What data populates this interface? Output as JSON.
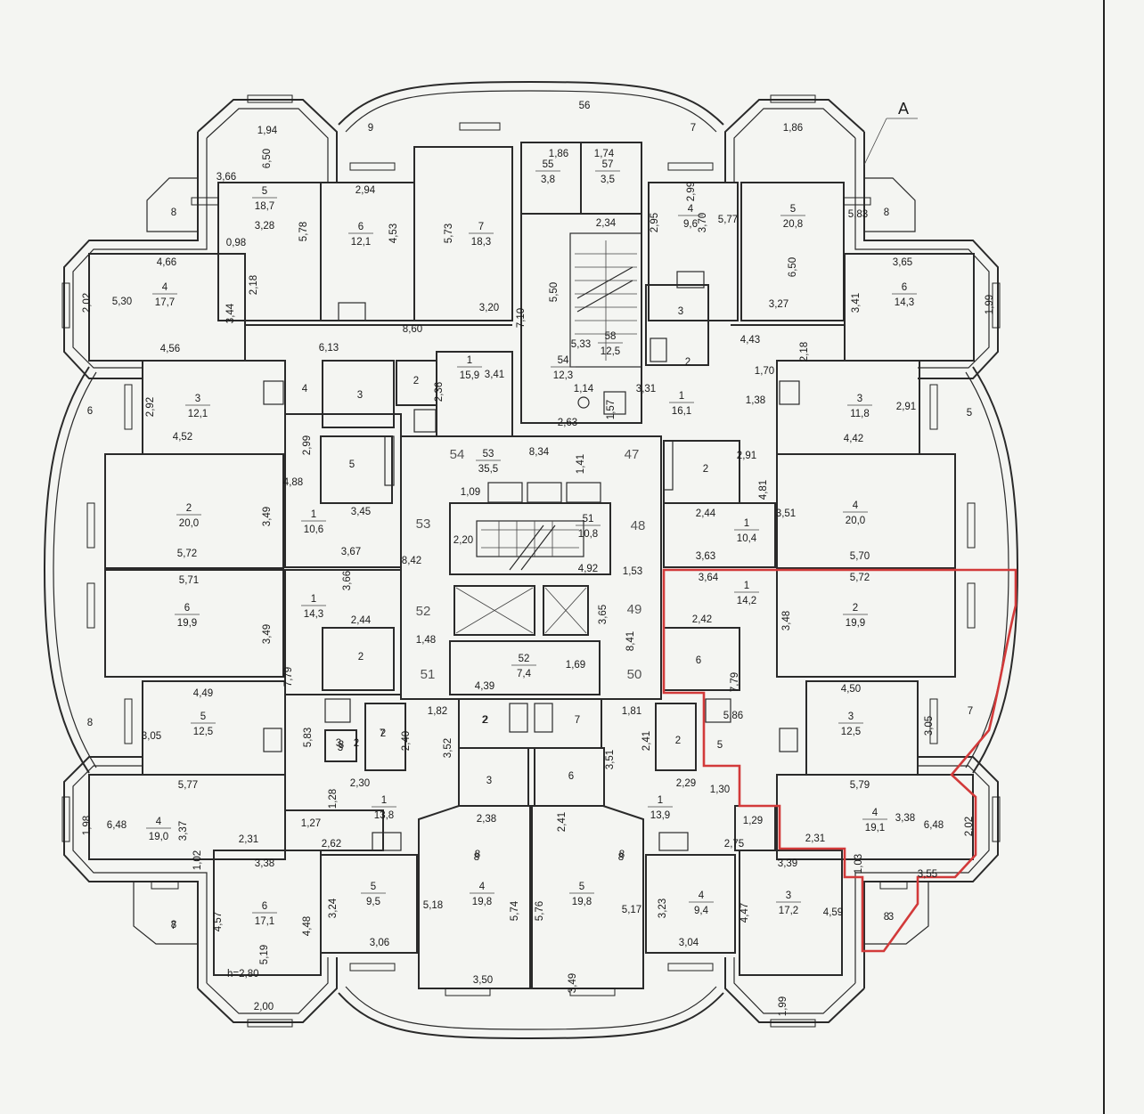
{
  "section_mark": "A",
  "height_note": "h=2,80",
  "rooms": [
    {
      "id": "5",
      "area": "18,7"
    },
    {
      "id": "6",
      "area": "12,1"
    },
    {
      "id": "7",
      "area": "18,3"
    },
    {
      "id": "55",
      "area": "3,8"
    },
    {
      "id": "57",
      "area": "3,5"
    },
    {
      "id": "4",
      "area": "9,6"
    },
    {
      "id": "5",
      "area": "20,8"
    },
    {
      "id": "4",
      "area": "17,7"
    },
    {
      "id": "6",
      "area": "14,3"
    },
    {
      "id": "58",
      "area": "12,5"
    },
    {
      "id": "1",
      "area": "15,9"
    },
    {
      "id": "54",
      "area": "12,3"
    },
    {
      "id": "1",
      "area": "16,1"
    },
    {
      "id": "3",
      "area": "12,1"
    },
    {
      "id": "3",
      "area": "11,8"
    },
    {
      "id": "53",
      "area": "35,5"
    },
    {
      "id": "2",
      "area": "20,0"
    },
    {
      "id": "1",
      "area": "10,6"
    },
    {
      "id": "51",
      "area": "10,8"
    },
    {
      "id": "1",
      "area": "10,4"
    },
    {
      "id": "4",
      "area": "20,0"
    },
    {
      "id": "6",
      "area": "19,9"
    },
    {
      "id": "1",
      "area": "14,3"
    },
    {
      "id": "1",
      "area": "14,2"
    },
    {
      "id": "2",
      "area": "19,9"
    },
    {
      "id": "52",
      "area": "7,4"
    },
    {
      "id": "5",
      "area": "12,5"
    },
    {
      "id": "3",
      "area": "12,5"
    },
    {
      "id": "4",
      "area": "19,0"
    },
    {
      "id": "1",
      "area": "13,8"
    },
    {
      "id": "1",
      "area": "13,9"
    },
    {
      "id": "4",
      "area": "19,1"
    },
    {
      "id": "6",
      "area": "17,1"
    },
    {
      "id": "5",
      "area": "9,5"
    },
    {
      "id": "4",
      "area": "19,8"
    },
    {
      "id": "5",
      "area": "19,8"
    },
    {
      "id": "4",
      "area": "9,4"
    },
    {
      "id": "3",
      "area": "17,2"
    }
  ],
  "labels": [
    "56",
    "9",
    "7",
    "8",
    "8",
    "6",
    "5",
    "8",
    "7",
    "8",
    "7",
    "8",
    "8",
    "4",
    "3",
    "2",
    "3",
    "2",
    "5",
    "2",
    "2",
    "6",
    "3",
    "7",
    "2",
    "7",
    "5",
    "2",
    "3",
    "6",
    "2",
    "3",
    "2",
    "3",
    "8",
    "54",
    "47",
    "53",
    "48",
    "52",
    "49",
    "51",
    "50",
    "3",
    "2"
  ],
  "dims": [
    "1,94",
    "6,50",
    "3,66",
    "3,28",
    "5,78",
    "0,98",
    "2,18",
    "3,44",
    "2,94",
    "4,53",
    "5,73",
    "3,20",
    "1,86",
    "1,74",
    "2,34",
    "5,50",
    "7,10",
    "5,33",
    "2,95",
    "3,70",
    "5,77",
    "2,99",
    "1,86",
    "5,83",
    "6,50",
    "3,27",
    "3,65",
    "3,41",
    "1,99",
    "4,66",
    "2,02",
    "5,30",
    "4,56",
    "8,60",
    "6,13",
    "3,41",
    "2,36",
    "1,14",
    "2,63",
    "1,57",
    "3,31",
    "1,70",
    "2,18",
    "4,43",
    "1,38",
    "2,92",
    "4,52",
    "2,91",
    "4,42",
    "2,99",
    "4,88",
    "8,34",
    "1,41",
    "2,91",
    "4,81",
    "1,09",
    "2,20",
    "3,49",
    "3,45",
    "3,67",
    "4,92",
    "2,44",
    "3,51",
    "5,72",
    "5,70",
    "3,63",
    "5,71",
    "3,66",
    "8,42",
    "1,53",
    "3,64",
    "5,72",
    "3,49",
    "2,44",
    "1,48",
    "3,65",
    "8,41",
    "2,42",
    "3,48",
    "7,79",
    "1,69",
    "4,39",
    "4,49",
    "3,05",
    "5,83",
    "7,79",
    "1,82",
    "2,40",
    "3,52",
    "1,81",
    "2,41",
    "3,51",
    "5,86",
    "4,50",
    "3,05",
    "5,77",
    "2,30",
    "1,28",
    "2,38",
    "2,41",
    "2,29",
    "1,30",
    "5,79",
    "1,98",
    "6,48",
    "3,37",
    "1,27",
    "2,62",
    "2,31",
    "1,29",
    "2,75",
    "2,31",
    "3,38",
    "6,48",
    "2,02",
    "1,02",
    "3,38",
    "3,39",
    "1,03",
    "3,55",
    "4,57",
    "3,24",
    "5,18",
    "5,74",
    "5,76",
    "5,17",
    "3,23",
    "4,47",
    "4,59",
    "4,48",
    "5,19",
    "3,06",
    "3,04",
    "2,00",
    "3,50",
    "3,49",
    "1,99",
    "8",
    "8"
  ]
}
